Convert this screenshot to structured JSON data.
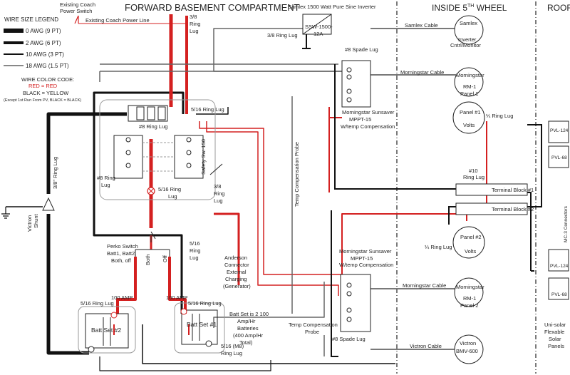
{
  "headings": {
    "forward": "FORWARD BASEMENT COMPARTMENT",
    "inside": "INSIDE 5",
    "inside_sup": "TH",
    "inside_tail": " WHEEL",
    "roof": "ROOF"
  },
  "legend": {
    "title": "WIRE SIZE LEGEND",
    "items": [
      "0  AWG (9 PT)",
      "2 AWG (6 PT)",
      "10 AWG (3 PT)",
      "18  AWG (1.5 PT)"
    ],
    "color_title": "WIRE COLOR CODE:",
    "red_eq": "RED = RED",
    "black_eq": "BLACK = YELLOW",
    "except": "(Except 1st Run From PV, BLACK = BLACK)"
  },
  "labels": {
    "existing_switch_1": "Existing Coach",
    "existing_switch_2": "Power Switch",
    "existing_line": "Existing Coach Power Line",
    "ringlug_38_top": "3/8",
    "ringlug_38_top2": "Ring",
    "ringlug_38_top3": "Lug",
    "samlex_inverter_title": "Samlex 1500 Watt Pure Sine Inverter",
    "ssw_1": "SSW-1500-",
    "ssw_2": "12A",
    "ringlug_38_inv": "3/8 Ring Lug",
    "spade_top": "#8 Spade Lug",
    "samlex_cable": "Samlex Cable",
    "samlex_remote_1": "Samlex",
    "samlex_remote_2": "Inverter",
    "samlex_remote_3": "Cntrl/Monitor",
    "morningstar_cable_top": "Morningstar Cable",
    "rm1_top_1": "Morningstar",
    "rm1_top_2": "RM-1",
    "rm1_top_3": "Panel 1",
    "temp_probe_v": "Temp Compensation Probe",
    "mppt_top_1": "Morningstar Sunsaver",
    "mppt_top_2": "MPPT-15",
    "mppt_top_3": "W/temp Compensation",
    "panel1_1": "Panel #1",
    "panel1_2": "Volts",
    "quarter_lug_top": "¼ Ring Lug",
    "ring8_top": "#8 Ring Lug",
    "ring516_top": "5/16  Ring Lug",
    "safety_switch": "Safety Sw. 150",
    "ring8_left_1": "#8 Ring",
    "ring8_left_2": "Lug",
    "ring516_mid_1": "5/16  Ring",
    "ring516_mid_2": "Lug",
    "ring38_right_1": "3/8",
    "ring38_right_2": "Ring",
    "ring38_right_3": "Lug",
    "ring38_left_v": "3/8\" Ring Lug",
    "victron_shunt_1": "Victron",
    "victron_shunt_2": "Shunt",
    "perko_1": "Perko Switch",
    "perko_2": "Batt1, Batt2,",
    "perko_3": "Both, off",
    "both": "Both",
    "off": "Off",
    "ring516_perko_1": "5/16",
    "ring516_perko_2": "Ring",
    "ring516_perko_3": "Lug",
    "anderson_1": "Anderson",
    "anderson_2": "Connector",
    "anderson_3": "External",
    "anderson_4": "Charging",
    "anderson_5": "(Generator)",
    "ring10_1": "#10",
    "ring10_2": "Ring Lug",
    "tb1": "Terminal Block #1",
    "tb2": "Terminal Block #2",
    "mppt_bot_1": "Morningstar Sunsaver",
    "mppt_bot_2": "MPPT-15",
    "mppt_bot_3": "W/temp Compensation",
    "quarter_lug_bot": "¼ Ring Lug",
    "panel2_1": "Panel #2",
    "panel2_2": "Volts",
    "morningstar_cable_bot": "Morningstar Cable",
    "rm1_bot_1": "Morningstar",
    "rm1_bot_2": "RM-1",
    "rm1_bot_3": "Panel 2",
    "amp100_left": "100 AMP",
    "amp100_right": "100 AMP",
    "ring516_batt_left": "5/16 Ring Lug",
    "ring516_batt_right": "5/16 Ring Lug",
    "batt2": "Batt Set #2",
    "batt1": "Batt Set #1",
    "battset_1": "Batt Set is 2 100",
    "battset_2": "Amp/Hr",
    "battset_3": "Batteries",
    "battset_4": "(400 Amp/Hr",
    "battset_5": "Total)",
    "ring516_m8_1": "5/16 (M8)",
    "ring516_m8_2": "Ring Lug",
    "temp_probe_bot_1": "Temp Compensation",
    "temp_probe_bot_2": "Probe",
    "spade_bot": "#8 Spade Lug",
    "victron_cable": "Victron Cable",
    "victron_1": "Victron",
    "victron_2": "BMV-600",
    "unisolar_1": "Uni-solar",
    "unisolar_2": "Flexable",
    "unisolar_3": "Solar",
    "unisolar_4": "Panels",
    "pvl_a": "PVL-124",
    "pvl_b": "PVL-68",
    "pvl_c": "PVL-124",
    "pvl_d": "PVL-68",
    "mc3": "MC-3 Connectors"
  },
  "colors": {
    "red": "#d42020",
    "black": "#111111",
    "gray": "#777777"
  }
}
